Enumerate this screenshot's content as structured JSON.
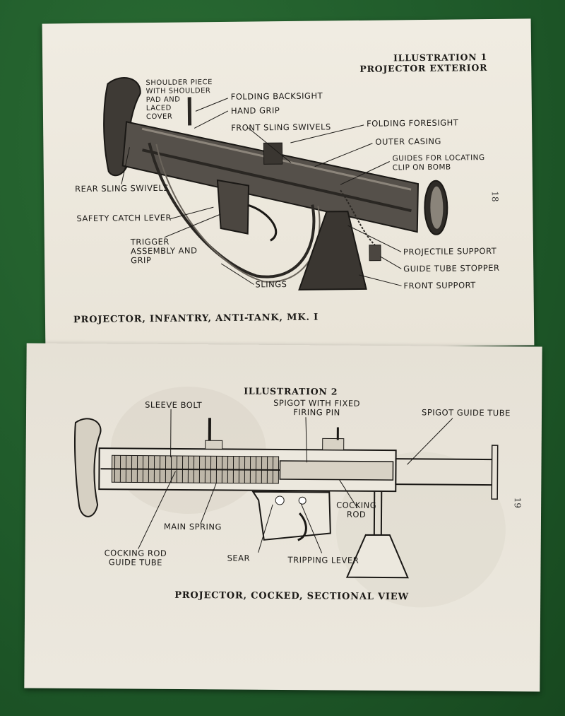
{
  "top_page": {
    "heading_line1": "ILLUSTRATION 1",
    "heading_line2": "PROJECTOR EXTERIOR",
    "page_number": "18",
    "caption": "PROJECTOR, INFANTRY, ANTI-TANK, MK. I",
    "labels": {
      "shoulder_piece": "SHOULDER PIECE\nWITH SHOULDER\nPAD AND\nLACED\nCOVER",
      "folding_backsight": "FOLDING BACKSIGHT",
      "hand_grip": "HAND GRIP",
      "front_sling_swivels": "FRONT SLING SWIVELS",
      "folding_foresight": "FOLDING FORESIGHT",
      "outer_casing": "OUTER CASING",
      "guides": "GUIDES FOR LOCATING\nCLIP ON BOMB",
      "rear_sling_swivels": "REAR SLING SWIVELS",
      "safety_catch_lever": "SAFETY CATCH LEVER",
      "trigger_assembly": "TRIGGER\nASSEMBLY AND\nGRIP",
      "slings": "SLINGS",
      "projectile_support": "PROJECTILE SUPPORT",
      "guide_tube_stopper": "GUIDE TUBE STOPPER",
      "front_support": "FRONT SUPPORT"
    }
  },
  "bottom_page": {
    "heading": "ILLUSTRATION 2",
    "page_number": "19",
    "caption": "PROJECTOR, COCKED, SECTIONAL VIEW",
    "labels": {
      "sleeve_bolt": "SLEEVE BOLT",
      "spigot": "SPIGOT WITH FIXED\nFIRING PIN",
      "spigot_guide_tube": "SPIGOT GUIDE TUBE",
      "main_spring": "MAIN SPRING",
      "cocking_rod": "COCKING\nROD",
      "cocking_rod_guide_tube": "COCKING ROD\nGUIDE TUBE",
      "sear": "SEAR",
      "tripping_lever": "TRIPPING LEVER"
    }
  }
}
